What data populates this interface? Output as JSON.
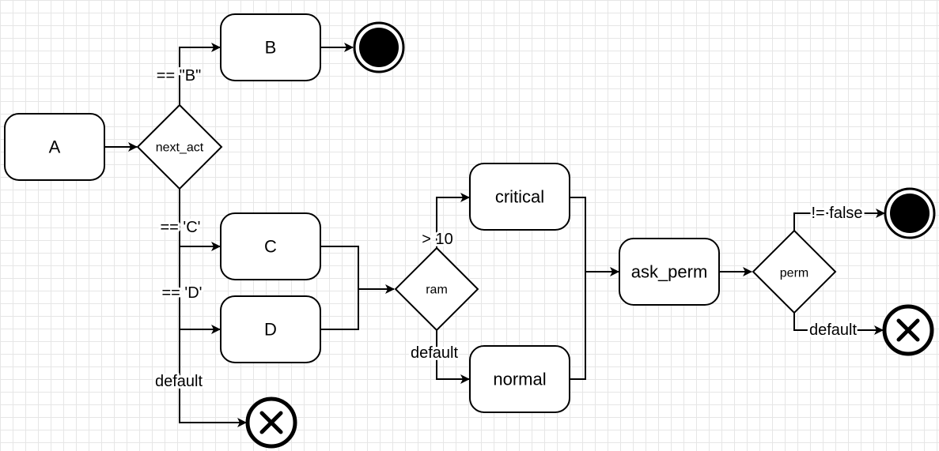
{
  "diagram": {
    "nodes": {
      "a": "A",
      "b": "B",
      "c": "C",
      "d": "D",
      "next_act": "next_act",
      "ram": "ram",
      "critical": "critical",
      "normal": "normal",
      "ask_perm": "ask_perm",
      "perm": "perm"
    },
    "edge_labels": {
      "next_act_b": "== \"B\"",
      "next_act_c": "== 'C'",
      "next_act_d": "== 'D'",
      "next_act_default": "default",
      "ram_gt10": "> 10",
      "ram_default": "default",
      "perm_not_false": "!= false",
      "perm_default": "default"
    }
  }
}
